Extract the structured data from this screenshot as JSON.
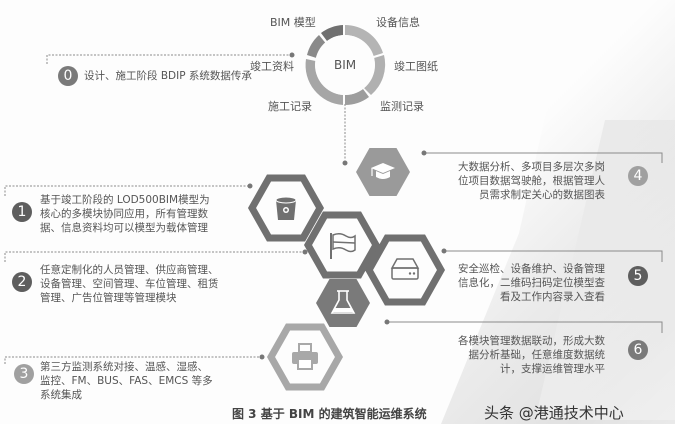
{
  "colors": {
    "ring_dark": "#777777",
    "ring_mid": "#9a9a9a",
    "ring_light": "#b5b5b5",
    "hex_dark": "#6e6e6e",
    "hex_mid": "#8a8a8a",
    "hex_light": "#a8a8a8",
    "badge_dark": "#5e5e5e",
    "badge_light": "#a0a0a0",
    "line": "#888888"
  },
  "ring": {
    "center_label": "BIM",
    "segments": [
      {
        "label": "BIM 模型"
      },
      {
        "label": "设备信息"
      },
      {
        "label": "竣工图纸"
      },
      {
        "label": "监测记录"
      },
      {
        "label": "施工记录"
      },
      {
        "label": "竣工资料"
      }
    ]
  },
  "items": [
    {
      "number": "0",
      "text": "设计、施工阶段 BDIP 系统数据传承"
    },
    {
      "number": "1",
      "lines": [
        "基于竣工阶段的 LOD500BIM模型为",
        "核心的多模块协同应用，所有管理数",
        "据、信息资料均可以模型为载体管理"
      ]
    },
    {
      "number": "2",
      "lines": [
        "任意定制化的人员管理、供应商管理、",
        "设备管理、空间管理、车位管理、租赁",
        "管理、广告位管理等管理模块"
      ]
    },
    {
      "number": "3",
      "lines": [
        "第三方监测系统对接、温感、湿感、",
        "监控、FM、BUS、FAS、EMCS 等多",
        "系统集成"
      ]
    },
    {
      "number": "4",
      "lines": [
        "大数据分析、多项目多层次多岗",
        "位项目数据驾驶舱，根据管理人",
        "员需求制定关心的数据图表"
      ]
    },
    {
      "number": "5",
      "lines": [
        "安全巡检、设备维护、设备管理",
        "信息化，二维码扫码定位模型查",
        "看及工作内容录入查看"
      ]
    },
    {
      "number": "6",
      "lines": [
        "各模块管理数据联动，形成大数",
        "据分析基础，任意维度数据统",
        "计，支撑运维管理水平"
      ]
    }
  ],
  "hexagons": [
    {
      "icon": "graduation-cap-icon"
    },
    {
      "icon": "bucket-icon"
    },
    {
      "icon": "flag-icon"
    },
    {
      "icon": "hard-drive-icon"
    },
    {
      "icon": "flask-icon"
    },
    {
      "icon": "printer-icon"
    }
  ],
  "caption": "图 3   基于 BIM 的建筑智能运维系统",
  "watermark": "头条 @港通技术中心"
}
